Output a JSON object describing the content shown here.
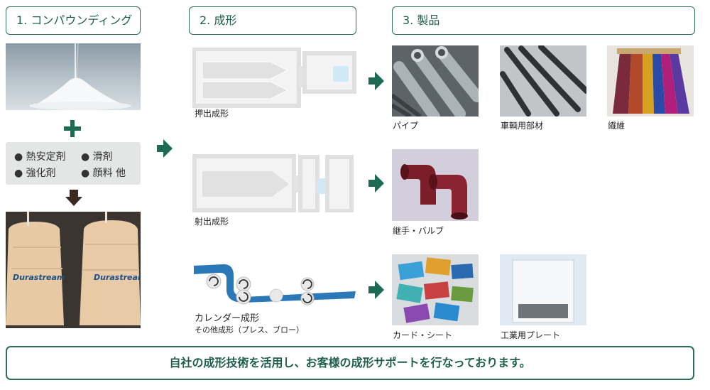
{
  "headers": {
    "compounding": "1. コンパウンディング",
    "molding": "2. 成形",
    "products": "3. 製品"
  },
  "additives": [
    "熱安定剤",
    "滑剤",
    "強化剤",
    "顔料 他"
  ],
  "processes": {
    "extrusion": "押出成形",
    "injection": "射出成形",
    "calendering": "カレンダー成形",
    "other": "その他成形（プレス、ブロー）"
  },
  "products": {
    "pipe": "パイプ",
    "vehicle_parts": "車輌用部材",
    "fiber": "繊維",
    "fittings": "継手・バルブ",
    "card_sheet": "カード・シート",
    "plate": "工業用プレート"
  },
  "bag_brand": "Durastream",
  "footer": "自社の成形技術を活用し、お客様の成形サポートを行なっております。",
  "colors": {
    "accent": "#2b6e5a",
    "arrow": "#1d6b55",
    "machine": "#e8e8e8",
    "roll_blue": "#2a78b8"
  }
}
